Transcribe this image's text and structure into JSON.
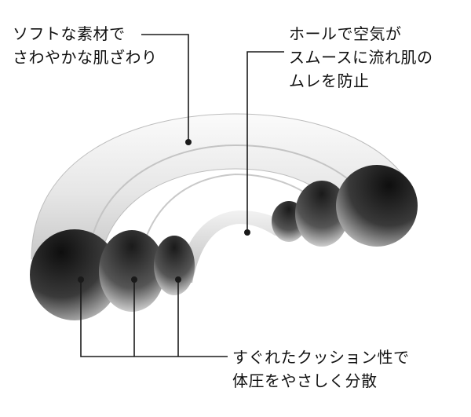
{
  "callouts": {
    "softness": {
      "line1": "ソフトな素材で",
      "line2": "さわやかな肌ざわり"
    },
    "holes": {
      "line1": "ホールで空気が",
      "line2": "スムースに流れ肌の",
      "line3": "ムレを防止"
    },
    "cushion": {
      "line1": "すぐれたクッション性で",
      "line2": "体圧をやさしく分散"
    }
  },
  "colors": {
    "text": "#111111",
    "line": "#1a1a1a",
    "cushion_light": "#f4f4f4",
    "cushion_dark": "#1c1c1c"
  }
}
